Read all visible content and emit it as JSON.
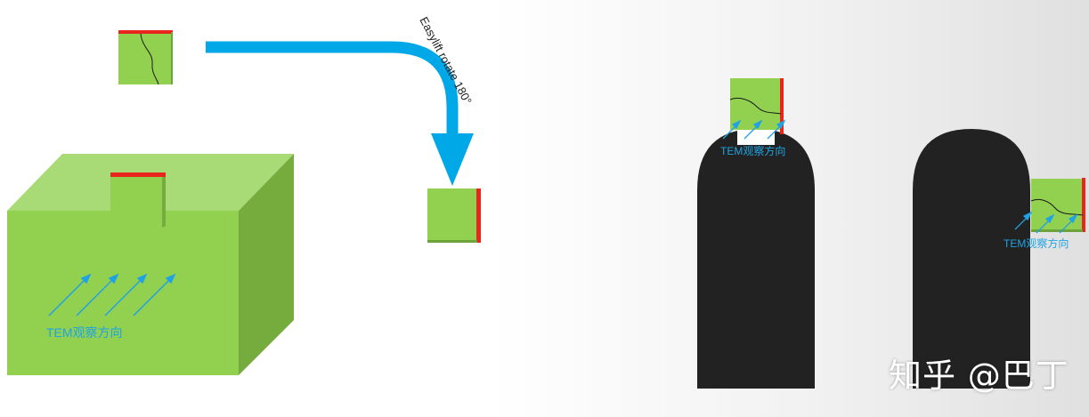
{
  "labels": {
    "tem_direction": "TEM观察方向",
    "rotate_note": "Easylift rotate 180°",
    "watermark": "知乎 @巴丁"
  },
  "colors": {
    "green_front": "#92D050",
    "green_top": "#A8DB75",
    "green_side": "#76AC3E",
    "red_edge": "#E8261D",
    "arrow_blue": "#00A8E8",
    "grid_black": "#222222",
    "label_blue": "#1FA3E3"
  }
}
